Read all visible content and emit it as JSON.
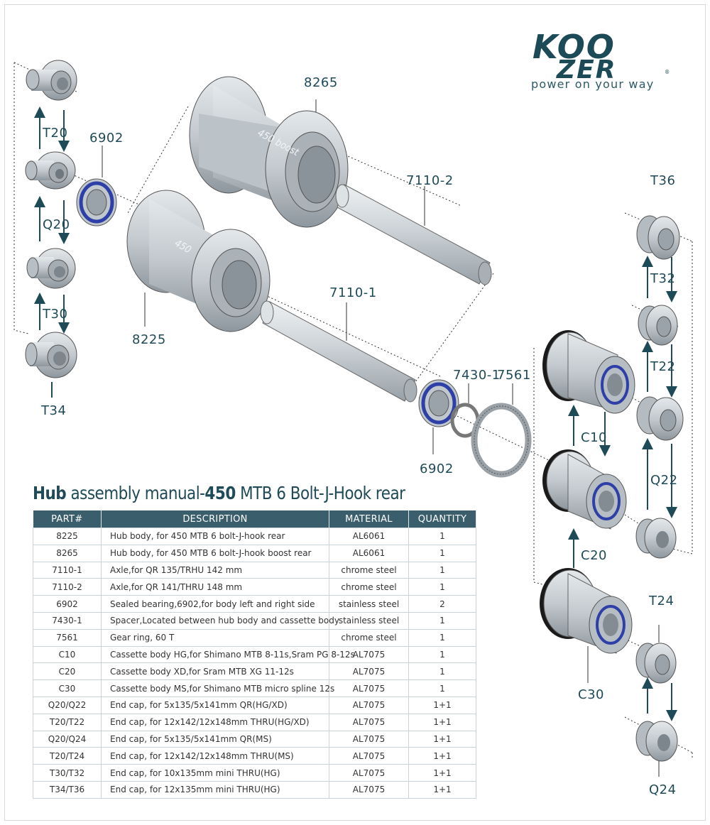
{
  "brand": {
    "logo_text": "KOOZER",
    "tagline": "power on your way"
  },
  "title": {
    "bold1": "Hub",
    "part1": " assembly manual-",
    "bold2": "450",
    "part2": " MTB 6 Bolt-J-Hook rear"
  },
  "colors": {
    "header": "#3b5e6c",
    "label": "#1f4a57",
    "part_fill": "#c6ccd1",
    "bearing_blue": "#2f3fa8"
  },
  "labels": {
    "l8265": "8265",
    "l8225": "8225",
    "l7110_2": "7110-2",
    "l7110_1": "7110-1",
    "l6902_top": "6902",
    "l6902_bottom": "6902",
    "l7430_1": "7430-1",
    "l7561": "7561",
    "lT20": "T20",
    "lQ20": "Q20",
    "lT30": "T30",
    "lT34": "T34",
    "lT36": "T36",
    "lT32": "T32",
    "lT22": "T22",
    "lQ22": "Q22",
    "lT24": "T24",
    "lQ24": "Q24",
    "lC10": "C10",
    "lC20": "C20",
    "lC30": "C30",
    "hub_text_boost": "450 boost",
    "hub_text": "450"
  },
  "table": {
    "headers": [
      "PART#",
      "DESCRIPTION",
      "MATERIAL",
      "QUANTITY"
    ],
    "rows": [
      [
        "8225",
        "Hub body, for 450 MTB 6 bolt-J-hook rear",
        "AL6061",
        "1"
      ],
      [
        "8265",
        "Hub body, for 450 MTB 6 bolt-J-hook boost rear",
        "AL6061",
        "1"
      ],
      [
        "7110-1",
        "Axle,for QR 135/TRHU 142 mm",
        "chrome steel",
        "1"
      ],
      [
        "7110-2",
        "Axle,for QR 141/THRU 148 mm",
        "chrome steel",
        "1"
      ],
      [
        "6902",
        "Sealed bearing,6902,for body left and right side",
        "stainless steel",
        "2"
      ],
      [
        "7430-1",
        "Spacer,Located between hub body and cassette body",
        "stainless steel",
        "1"
      ],
      [
        "7561",
        "Gear ring, 60 T",
        "chrome steel",
        "1"
      ],
      [
        "C10",
        "Cassette body HG,for Shimano MTB 8-11s,Sram PG 8-12s",
        "AL7075",
        "1"
      ],
      [
        "C20",
        "Cassette body XD,for Sram MTB XG 11-12s",
        "AL7075",
        "1"
      ],
      [
        "C30",
        "Cassette body MS,for Shimano MTB micro spline 12s",
        "AL7075",
        "1"
      ],
      [
        "Q20/Q22",
        "End cap, for 5x135/5x141mm QR(HG/XD)",
        "AL7075",
        "1+1"
      ],
      [
        "T20/T22",
        "End cap, for 12x142/12x148mm THRU(HG/XD)",
        "AL7075",
        "1+1"
      ],
      [
        "Q20/Q24",
        "End cap, for 5x135/5x141mm QR(MS)",
        "AL7075",
        "1+1"
      ],
      [
        "T20/T24",
        "End cap, for 12x142/12x148mm THRU(MS)",
        "AL7075",
        "1+1"
      ],
      [
        "T30/T32",
        "End cap, for 10x135mm mini THRU(HG)",
        "AL7075",
        "1+1"
      ],
      [
        "T34/T36",
        "End cap, for 12x135mm mini THRU(HG)",
        "AL7075",
        "1+1"
      ]
    ]
  }
}
